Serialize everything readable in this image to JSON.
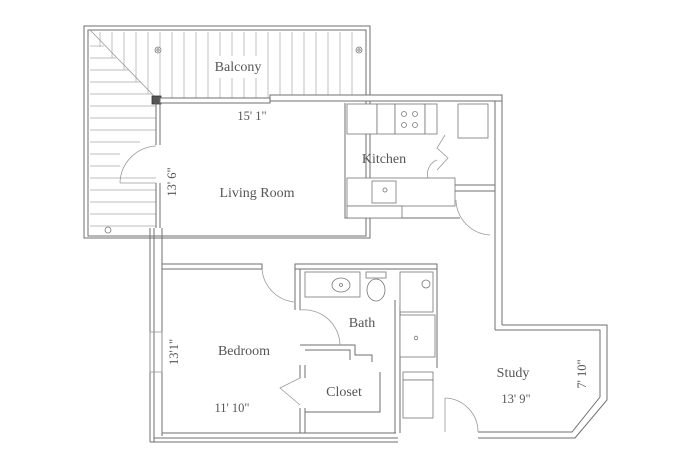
{
  "plan": {
    "rooms": {
      "balcony": "Balcony",
      "kitchen": "Kitchen",
      "living_room": "Living Room",
      "bedroom": "Bedroom",
      "bath": "Bath",
      "closet": "Closet",
      "study": "Study"
    },
    "dimensions": {
      "living_width": "15' 1\"",
      "living_depth": "13' 6\"",
      "bedroom_depth": "13'1\"",
      "bedroom_width": "11' 10\"",
      "study_width": "13' 9\"",
      "study_depth": "7' 10\""
    },
    "colors": {
      "line": "#6f6f6f",
      "text": "#555555",
      "background": "#ffffff"
    }
  }
}
